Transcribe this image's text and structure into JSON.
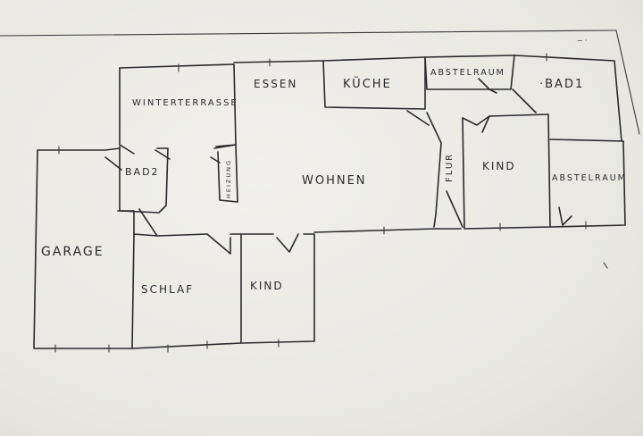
{
  "floorplan": {
    "rooms": {
      "winterterrasse": "WINTERTERRASSE",
      "essen": "ESSEN",
      "kueche": "KÜCHE",
      "abstellraum_top": "ABSTELRAUM",
      "bad1": "·BAD1",
      "bad2": "BAD2",
      "heizung": "HEIZUNG",
      "wohnen": "WOHNEN",
      "flur": "FLUR",
      "kind_right": "KIND",
      "abstellraum_right": "ABSTELRAUM",
      "garage": "GARAGE",
      "schlaf": "SCHLAF",
      "kind_bottom": "KIND"
    },
    "corner_mark": "~·"
  },
  "colors": {
    "ink": "#2a2a2e",
    "paper": "#efeeea"
  }
}
